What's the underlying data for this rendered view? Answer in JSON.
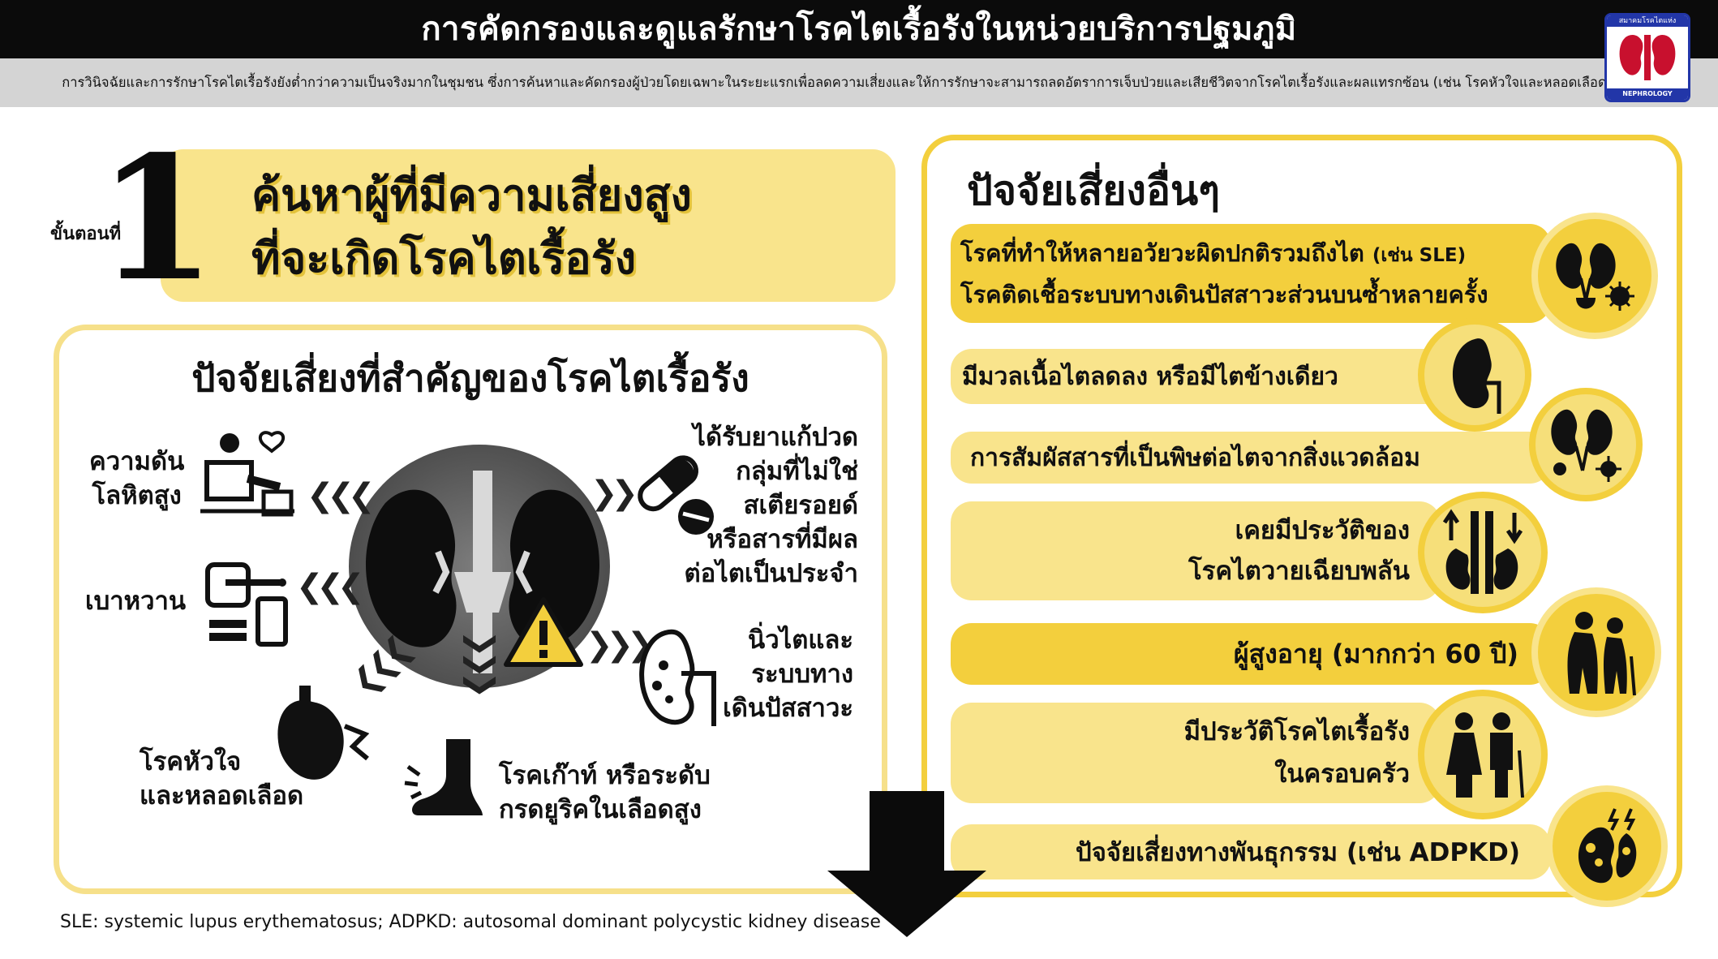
{
  "header": {
    "title": "การคัดกรองและดูแลรักษาโรคไตเรื้อรังในหน่วยบริการปฐมภูมิ",
    "subtitle": "การวินิจฉัยและการรักษาโรคไตเรื้อรังยังต่ำกว่าความเป็นจริงมากในชุมชน ซึ่งการค้นหาและคัดกรองผู้ป่วยโดยเฉพาะในระยะแรกเพื่อลดความเสี่ยงและให้การรักษาจะสามารถลดอัตราการเจ็บป่วยและเสียชีวิตจากโรคไตเรื้อรังและผลแทรกซ้อน (เช่น โรคหัวใจและหลอดเลือด เป็นต้น)"
  },
  "logo": {
    "top_text": "สมาคมโรคไตแห่งประเทศไทย",
    "bottom_text": "NEPHROLOGY SOCIETY OF THAILAND",
    "kidney_color": "#c8102e",
    "frame_color": "#2236a8"
  },
  "step": {
    "label": "ขั้นตอนที่",
    "number": "1",
    "heading_line1": "ค้นหาผู้ที่มีความเสี่ยงสูง",
    "heading_line2": "ที่จะเกิดโรคไตเรื้อรัง"
  },
  "key_factors": {
    "heading": "ปัจจัยเสี่ยงที่สำคัญของโรคไตเรื้อรัง",
    "hypertension": [
      "ความดัน",
      "โลหิตสูง"
    ],
    "diabetes": "เบาหวาน",
    "cardio": [
      "โรคหัวใจ",
      "และหลอดเลือด"
    ],
    "gout": [
      "โรคเก๊าท์ หรือระดับ",
      "กรดยูริคในเลือดสูง"
    ],
    "drugs": [
      "ได้รับยาแก้ปวด",
      "กลุ่มที่ไม่ใช่",
      "สเตียรอยด์",
      "หรือสารที่มีผล",
      "ต่อไตเป็นประจำ"
    ],
    "stones": [
      "นิ่วไตและ",
      "ระบบทาง",
      "เดินปัสสาวะ"
    ]
  },
  "other_factors": {
    "heading": "ปัจจัยเสี่ยงอื่นๆ",
    "items": [
      {
        "line1": "โรคที่ทำให้หลายอวัยวะผิดปกติรวมถึงไต",
        "line1_note": "(เช่น SLE)",
        "line2": "โรคติดเชื้อระบบทางเดินปัสสาวะส่วนบนซ้ำหลายครั้ง",
        "icon": "kidney-bladder-germ-icon"
      },
      {
        "line1": "มีมวลเนื้อไตลดลง หรือมีไตข้างเดียว",
        "icon": "single-kidney-icon"
      },
      {
        "line1": "การสัมผัสสารที่เป็นพิษต่อไตจากสิ่งแวดล้อม",
        "icon": "kidney-toxin-icon"
      },
      {
        "line1": "เคยมีประวัติของ",
        "line2": "โรคไตวายเฉียบพลัน",
        "icon": "acute-kidney-injury-icon"
      },
      {
        "line1": "ผู้สูงอายุ (มากกว่า 60 ปี)",
        "icon": "elderly-couple-icon"
      },
      {
        "line1": "มีประวัติโรคไตเรื้อรัง",
        "line2": "ในครอบครัว",
        "icon": "family-icon"
      },
      {
        "line1": "ปัจจัยเสี่ยงทางพันธุกรรม (เช่น ADPKD)",
        "icon": "polycystic-kidney-icon"
      }
    ]
  },
  "footnote": "SLE: systemic lupus erythematosus; ADPKD: autosomal dominant polycystic kidney disease",
  "colors": {
    "yellow_light": "#f9e48c",
    "yellow_gold": "#f3cf3d",
    "black": "#0b0b0b"
  }
}
